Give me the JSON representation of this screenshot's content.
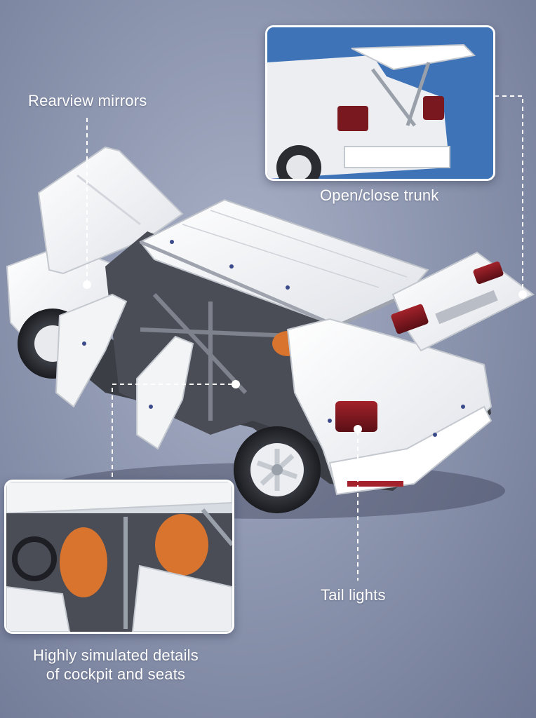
{
  "labels": {
    "rearview_mirrors": "Rearview mirrors",
    "trunk": "Open/close trunk",
    "tail_lights": "Tail lights",
    "cockpit_line1": "Highly simulated details",
    "cockpit_line2": "of cockpit and seats"
  },
  "colors": {
    "background": "#8e97b0",
    "label_text": "#ffffff",
    "brick_white": "#f1f2f4",
    "tail_light_red": "#7a1820",
    "seat_orange": "#d9742f",
    "inset_sky": "#3f73b8"
  }
}
